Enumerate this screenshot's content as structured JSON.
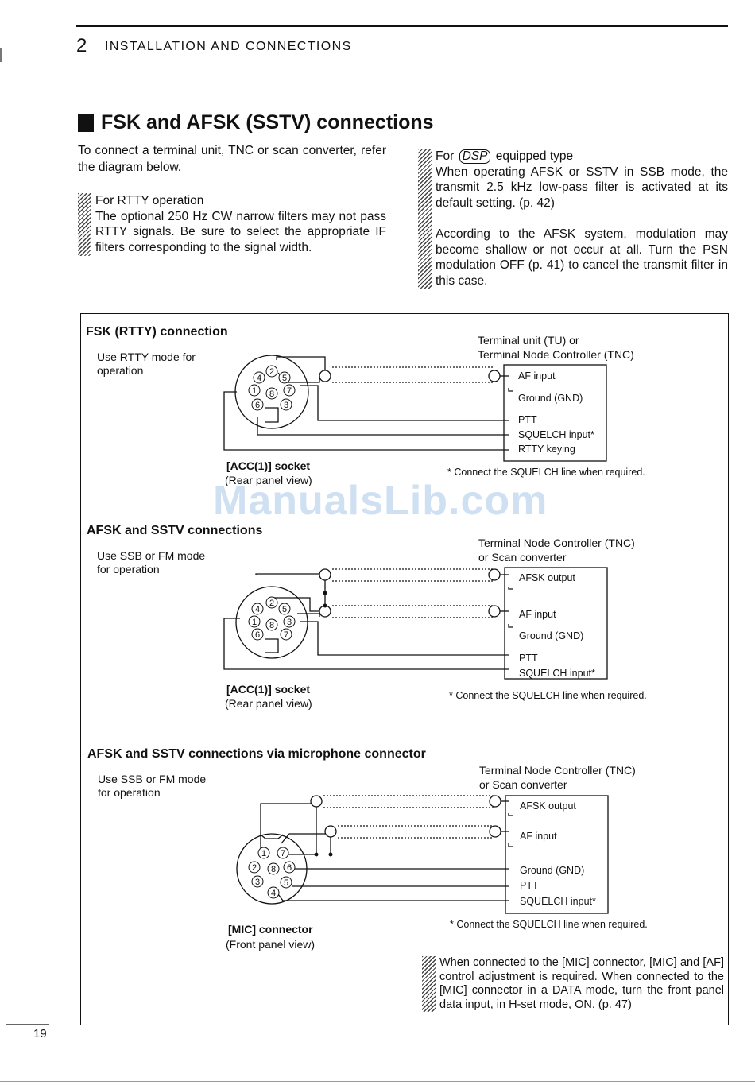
{
  "header": {
    "number": "2",
    "title": "INSTALLATION AND CONNECTIONS"
  },
  "section_title": "FSK and AFSK (SSTV) connections",
  "intro": "To connect a terminal unit, TNC or scan converter, refer the diagram below.",
  "note_rtty": {
    "heading": "For RTTY operation",
    "body": "The optional 250 Hz CW narrow filters may not pass RTTY signals.  Be sure to select the appropriate IF filters corresponding to the signal width."
  },
  "note_dsp": {
    "heading_pre": "For",
    "badge": "DSP",
    "heading_post": "equipped type",
    "body1": "When operating AFSK or SSTV in SSB mode, the transmit 2.5 kHz low-pass filter is activated at its default setting. (p. 42)",
    "body2": "According to the AFSK system, modulation may become shallow or not occur at all.  Turn the PSN modulation OFF (p. 41) to cancel the transmit filter in this case."
  },
  "fsk": {
    "title": "FSK (RTTY) connection",
    "use_line1": "Use RTTY mode for",
    "use_line2": "operation",
    "device_line1": "Terminal unit (TU) or",
    "device_line2": "Terminal Node Controller (TNC)",
    "terminals": [
      "AF input",
      "Ground (GND)",
      "PTT",
      "SQUELCH input*",
      "RTTY keying"
    ],
    "pins": [
      "2",
      "5",
      "1",
      "8",
      "7",
      "6",
      "4",
      "3"
    ],
    "socket": "[ACC(1)] socket",
    "view": "(Rear panel view)",
    "footnote": "* Connect the SQUELCH line when required."
  },
  "afsk": {
    "title": "AFSK and SSTV connections",
    "use_line1": "Use SSB or FM mode",
    "use_line2": "for operation",
    "device_line1": "Terminal Node Controller (TNC)",
    "device_line2": "or Scan converter",
    "terminals": [
      "AFSK output",
      "AF input",
      "Ground (GND)",
      "PTT",
      "SQUELCH input*"
    ],
    "pins": [
      "2",
      "5",
      "4",
      "1",
      "3",
      "8",
      "7",
      "6"
    ],
    "socket": "[ACC(1)] socket",
    "view": "(Rear panel view)",
    "footnote": "* Connect the SQUELCH line when required."
  },
  "mic": {
    "title": "AFSK and SSTV connections via microphone connector",
    "use_line1": "Use SSB or FM mode",
    "use_line2": "for operation",
    "device_line1": "Terminal Node Controller (TNC)",
    "device_line2": "or Scan converter",
    "terminals": [
      "AFSK output",
      "AF input",
      "Ground (GND)",
      "PTT",
      "SQUELCH input*"
    ],
    "pins": [
      "1",
      "7",
      "2",
      "8",
      "6",
      "3",
      "5",
      "4"
    ],
    "socket": "[MIC] connector",
    "view": "(Front panel view)",
    "footnote": "* Connect the SQUELCH line when required."
  },
  "note_mic": "When connected to the [MIC] connector, [MIC] and [AF] control adjustment is required.  When connected to the [MIC] connector in a DATA mode, turn the front panel data input, in H-set mode, ON. (p. 47)",
  "watermark": "ManualsLib.com",
  "page_number": "19"
}
